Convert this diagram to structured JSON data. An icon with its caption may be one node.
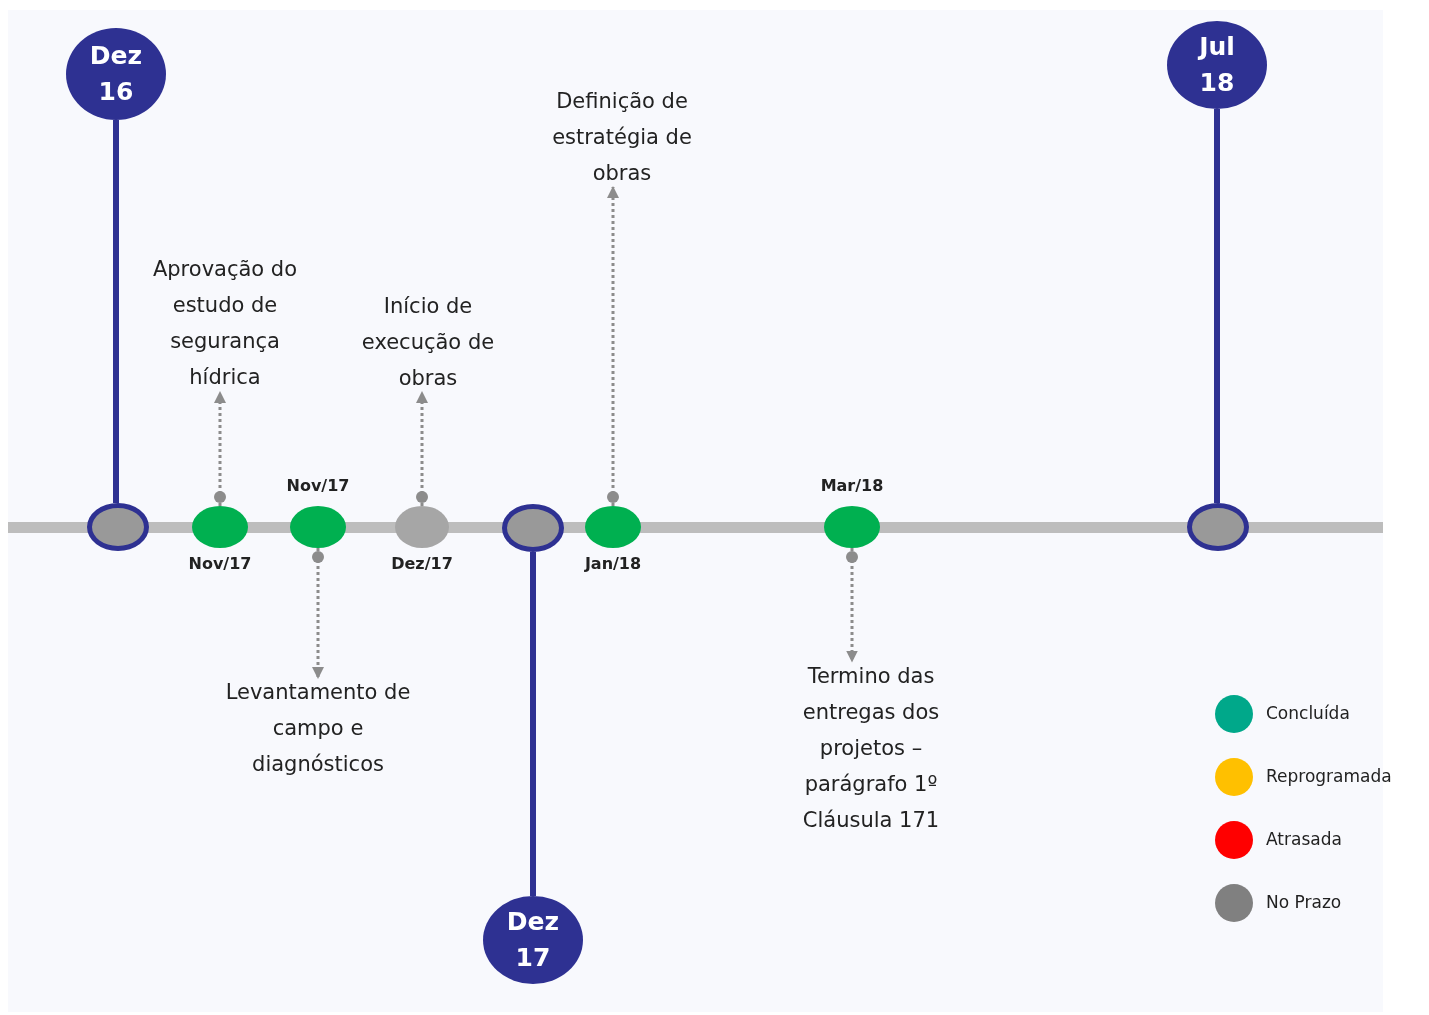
{
  "diagram": {
    "nodes": [
      {
        "text": [
          "Dez 16"
        ]
      },
      {
        "text": [
          "Jul 18"
        ]
      },
      {
        "text": [
          "Dez 17"
        ]
      },
      {
        "text": [],
        "shape": "circle"
      },
      {
        "text": [],
        "shape": "circle",
        "beside": [
          "Nov/17"
        ]
      },
      {
        "text": [],
        "shape": "circle",
        "beside": [
          "Nov/17"
        ]
      },
      {
        "text": [],
        "shape": "circle",
        "beside": [
          "Dez/17"
        ]
      },
      {
        "text": [],
        "shape": "circle"
      },
      {
        "text": [],
        "shape": "circle",
        "beside": [
          "Jan/18"
        ]
      },
      {
        "text": [],
        "shape": "circle",
        "beside": [
          "Mar/18"
        ]
      },
      {
        "text": [],
        "shape": "circle"
      },
      {
        "text": [
          "Aprovação do estudo de segurança hídrica"
        ]
      },
      {
        "text": [
          "Início de execução de obras"
        ]
      },
      {
        "text": [
          "Definição de estratégia de obras"
        ]
      },
      {
        "text": [
          "Levantamento de campo e diagnósticos"
        ]
      },
      {
        "text": [
          "Termino das entregas dos projetos – parágrafo 1º Cláusula 171"
        ]
      }
    ],
    "edges": [
      {
        "from": 0,
        "to": 3,
        "arrow": "none",
        "style": "thick",
        "color": "#2e3192"
      },
      {
        "from": 1,
        "to": 10,
        "arrow": "none",
        "style": "thick",
        "color": "#2e3192"
      },
      {
        "from": 7,
        "to": 2,
        "arrow": "none",
        "style": "thick",
        "color": "#2e3192"
      },
      {
        "from": 4,
        "to": 11,
        "arrow": "to",
        "style": "dashed"
      },
      {
        "from": 5,
        "to": 14,
        "arrow": "to",
        "style": "dashed"
      },
      {
        "from": 6,
        "to": 12,
        "arrow": "to",
        "style": "dashed"
      },
      {
        "from": 8,
        "to": 13,
        "arrow": "to",
        "style": "dashed"
      },
      {
        "from": 9,
        "to": 15,
        "arrow": "to",
        "style": "dashed"
      }
    ],
    "legend": [
      {
        "text": "Concluída",
        "color": "#00a88a"
      },
      {
        "text": "Reprogramada",
        "color": "#ffc000"
      },
      {
        "text": "Atrasada",
        "color": "#ff0000"
      },
      {
        "text": "No Prazo",
        "color": "#808080"
      }
    ]
  }
}
